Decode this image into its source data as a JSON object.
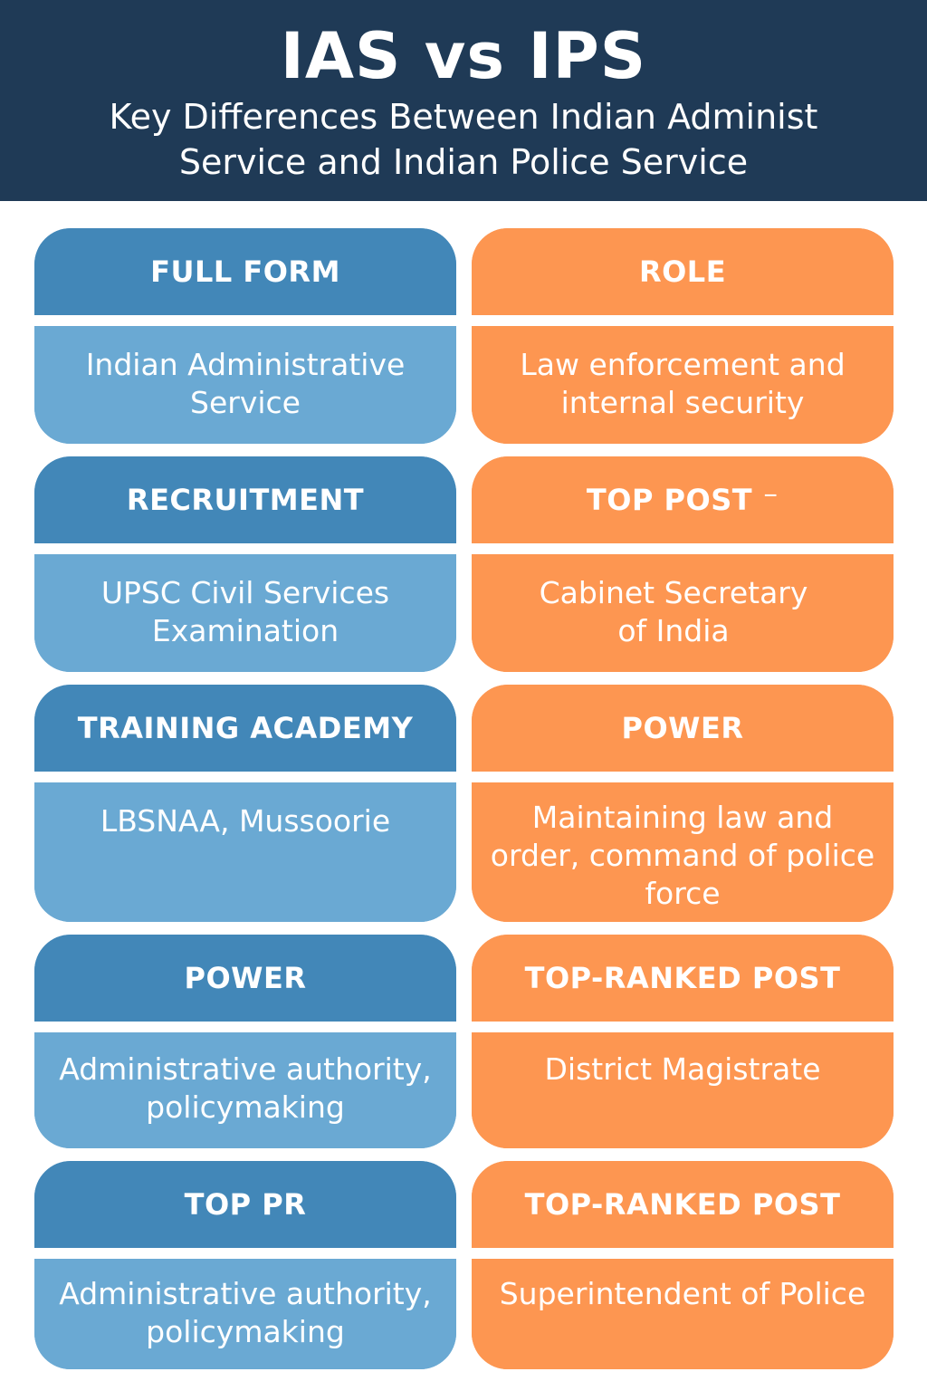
{
  "header": {
    "title": "IAS vs IPS",
    "subtitle": "Key Differences Between Indian Administ Service and Indian Police Service"
  },
  "colors": {
    "header_bg": "#1f3a56",
    "blue_head": "#4287b8",
    "blue_body": "#6aa9d3",
    "orange": "#fd9651"
  },
  "left_cards": [
    {
      "heading": "FULL FORM",
      "body": "Indian Administrative Service"
    },
    {
      "heading": "RECRUITMENT",
      "body": "UPSC Civil Services Examination"
    },
    {
      "heading": "TRAINING ACADEMY",
      "body": "LBSNAA, Mussoorie"
    },
    {
      "heading": "POWER",
      "body": "Administrative authority, policymaking"
    },
    {
      "heading": "TOP PR",
      "body": "Administrative authority, policymaking"
    }
  ],
  "right_cards": [
    {
      "heading": "ROLE",
      "body": "Law enforcement and internal security"
    },
    {
      "heading": "TOP POST ⁻",
      "body": "Cabinet Secretary of India"
    },
    {
      "heading": "POWER",
      "body": "Maintaining law and order, command of police force"
    },
    {
      "heading": "TOP-RANKED POST",
      "body": "District Magistrate"
    },
    {
      "heading": "TOP-RANKED POST",
      "body": "Superintendent of Police"
    }
  ]
}
